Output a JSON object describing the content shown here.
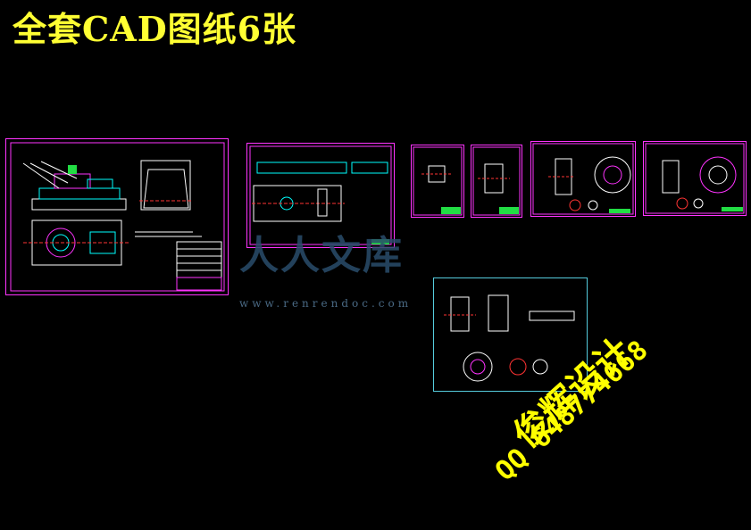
{
  "title": "全套CAD图纸6张",
  "watermark": {
    "brand": "人人文库",
    "url": "www.renrendoc.com"
  },
  "signature": {
    "line1": "俊辉设计",
    "line2": "QQ 648774668"
  },
  "colors": {
    "background": "#000000",
    "title": "#ffff33",
    "frame_magenta": "#ff33ff",
    "frame_cyan": "#55ccdd",
    "line_cyan": "#00ffff",
    "line_white": "#ffffff",
    "line_red": "#ff3333",
    "titleblock_green": "#22dd44",
    "watermark": "#2a4d6b"
  }
}
